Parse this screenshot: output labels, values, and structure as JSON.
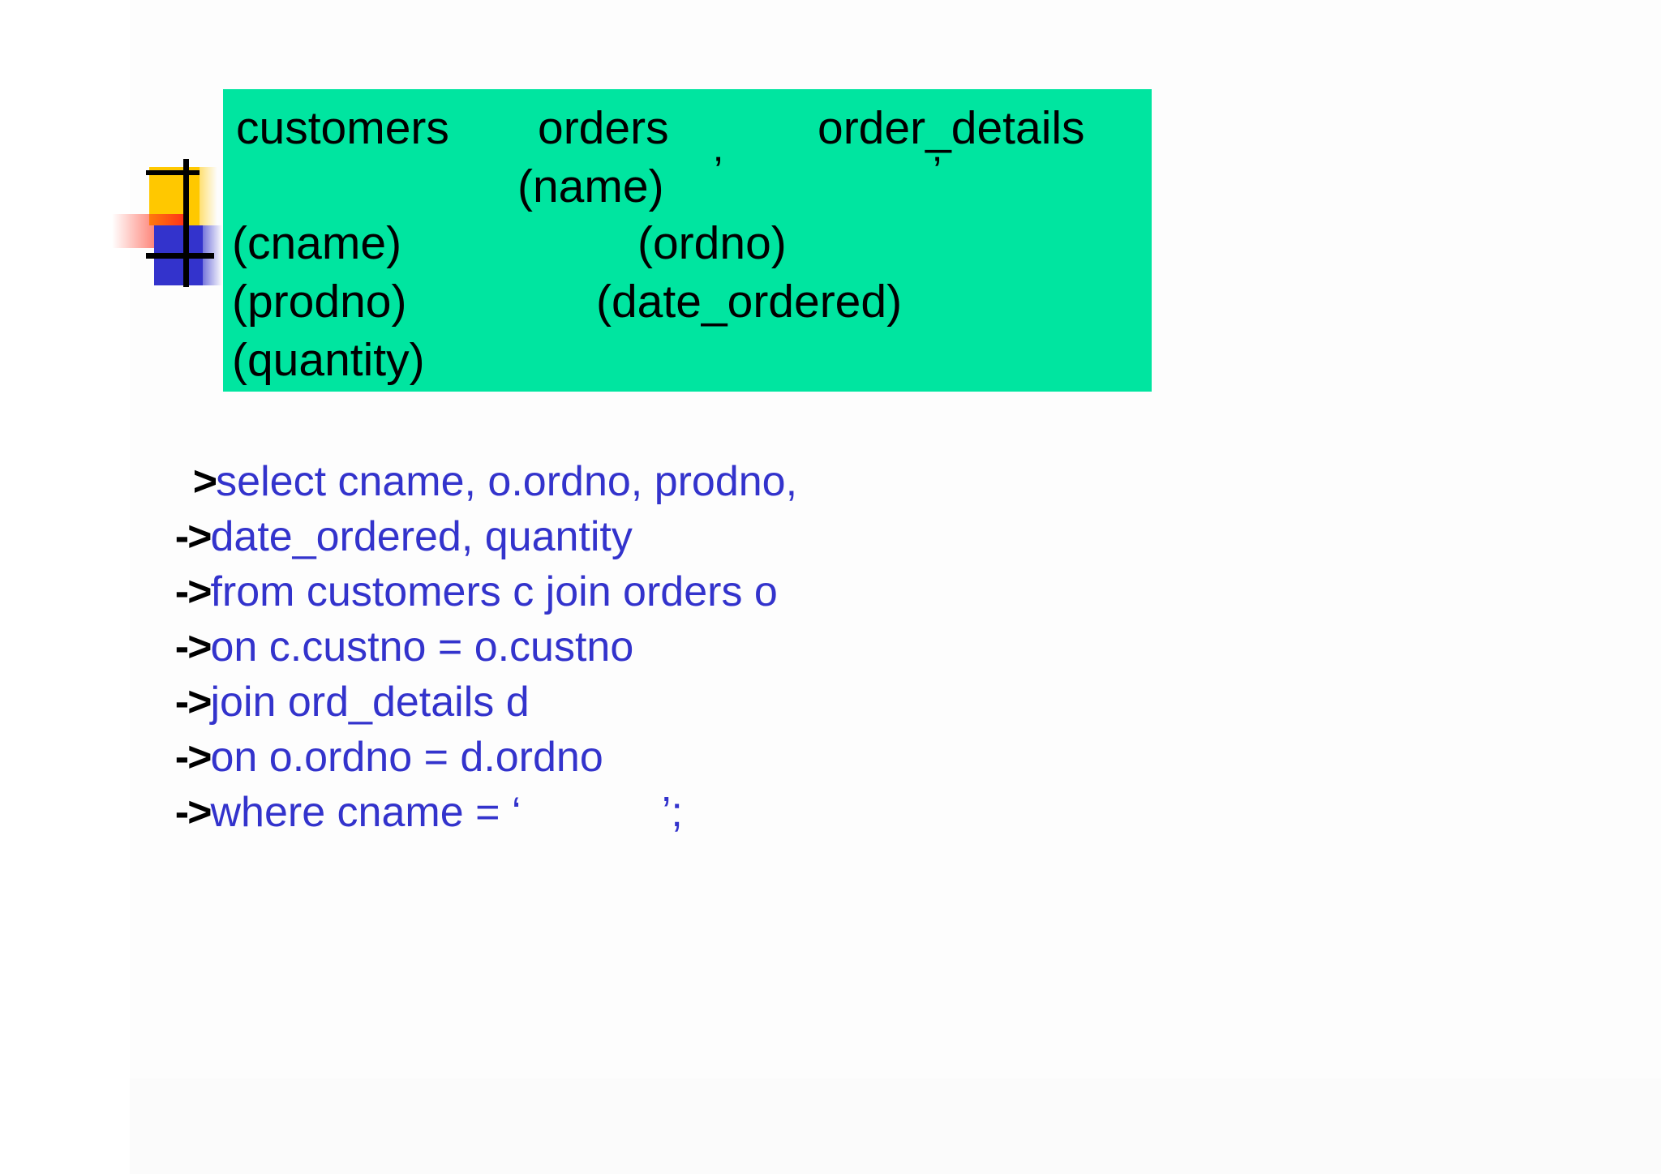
{
  "slide": {
    "background_color": "#ffffff"
  },
  "logo": {
    "name": "decorative-logo",
    "colors": {
      "yellow": "#FFC800",
      "red": "#FF2D19",
      "blue": "#3333CC",
      "line": "#000000"
    }
  },
  "schema_box": {
    "background_color": "#00E5A0",
    "text_color": "#000000",
    "tables": [
      {
        "name": "customers"
      },
      {
        "name": "orders"
      },
      {
        "name": "order_details"
      }
    ],
    "table_labels": {
      "customers": "customers",
      "orders": "orders",
      "order_details": "order_details"
    },
    "columns": {
      "name": "(name)",
      "cname": "(cname)",
      "ordno": "(ordno)",
      "prodno": "(prodno)",
      "date_ordered": "(date_ordered)",
      "quantity": "(quantity)"
    },
    "quote_marks": {
      "first": "’",
      "second": "’"
    }
  },
  "sql": {
    "text_color": "#3333CC",
    "prompt_color": "#000000",
    "lines": [
      {
        "prompt": ">",
        "text": "select cname, o.ordno, prodno,"
      },
      {
        "prompt": "->",
        "text": "date_ordered, quantity"
      },
      {
        "prompt": "->",
        "text": "from customers c join orders o"
      },
      {
        "prompt": "->",
        "text": "on c.custno = o.custno"
      },
      {
        "prompt": "->",
        "text": "join ord_details d"
      },
      {
        "prompt": "->",
        "text": "on o.ordno = d.ordno"
      },
      {
        "prompt": "->",
        "text": "where cname = ‘            ’;"
      }
    ]
  }
}
